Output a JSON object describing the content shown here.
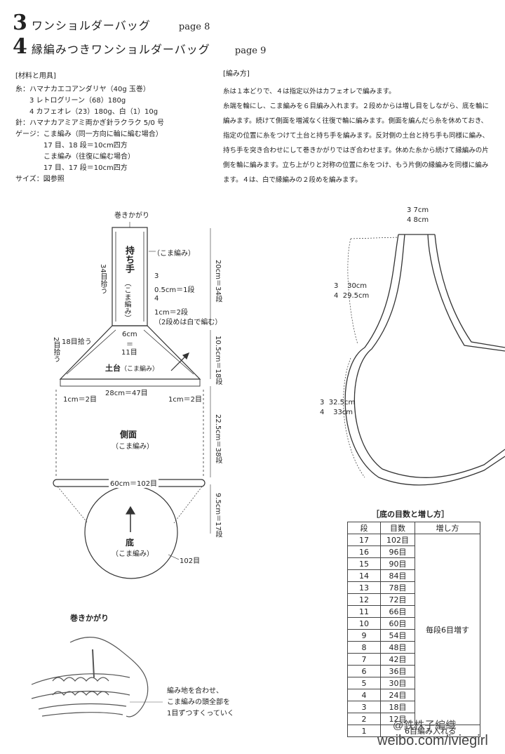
{
  "header": {
    "line1": {
      "num": "3",
      "title": "ワンショルダーバッグ",
      "page": "page 8"
    },
    "line2": {
      "num": "4",
      "title": "縁編みつきワンショルダーバッグ",
      "page": "page 9"
    }
  },
  "materials": {
    "heading": "[材料と用具]",
    "lines": [
      "糸：ハマナカエコアンダリヤ（40g 玉巻）",
      "　　3 レトログリーン（68）180g",
      "　　4 カフェオレ（23）180g、白（1）10g",
      "針：ハマナカアミアミ両かぎ針ラクラク 5/0 号",
      "ゲージ：こま編み（同一方向に輪に編む場合）",
      "　　　　17 目、18 段＝10cm四方",
      "　　　　こま編み（往復に編む場合）",
      "　　　　17 目、17 段＝10cm四方",
      "サイズ：図参照"
    ]
  },
  "method": {
    "heading": "[編み方]",
    "lines": [
      "糸は１本どりで、４は指定以外はカフェオレで編みます。",
      "糸端を輪にし、こま編みを６目編み入れます。２段めからは増し目をしながら、底を輪に",
      "編みます。続けて側面を増減なく往復で輪に編みます。側面を編んだら糸を休めておき、",
      "指定の位置に糸をつけて土台と持ち手を編みます。反対側の土台と持ち手も同様に編み、",
      "持ち手を突き合わせにして巻きかがりではぎ合わせます。休めた糸から続けて縁編みの片",
      "側を輪に編みます。立ち上がりと対称の位置に糸をつけ、もう片側の縁編みを同様に編み",
      "ます。４は、白で縁編みの２段めを編みます。"
    ]
  },
  "diagram": {
    "makikagari_top": "巻きかがり",
    "handle": "持ち手",
    "handle_sub": "（こま編み）",
    "handle_side": "（こま編み）",
    "handle_pick": "34目拾う",
    "row_3": "3",
    "row_3_val": "0.5cm＝1段",
    "row_4": "4",
    "row_4_val": "1cm＝2段",
    "row_4_note": "（2段めは白で編む）",
    "dim_20": "20cm＝34段",
    "base_width_top": "6cm",
    "base_width_eq": "＝",
    "base_width_count": "11目",
    "base_pick": "18目拾う",
    "base_side_pick": "2目拾う",
    "dodai": "土台",
    "dodai_sub": "（こま編み）",
    "dim_105": "10.5cm＝18段",
    "width_28": "28cm＝47目",
    "edge_left": "1cm＝2目",
    "edge_right": "1cm＝2目",
    "side": "側面",
    "side_sub": "（こま編み）",
    "dim_225": "22.5cm＝38段",
    "width_60": "60cm＝102目",
    "bottom": "底",
    "bottom_sub": "（こま編み）",
    "dim_95": "9.5cm＝17段",
    "bottom_count": "102目"
  },
  "bag": {
    "strap3": "3  7cm",
    "strap4": "4  8cm",
    "h3": "3    30cm",
    "h4": "4  29.5cm",
    "b3": "3  32.5cm",
    "b4": "4    33cm"
  },
  "makikagari": {
    "title": "巻きかがり",
    "note": [
      "編み地を合わせ、",
      "こま編みの頭全部を",
      "1目ずつすくっていく"
    ]
  },
  "table": {
    "title": "［底の目数と増し方］",
    "headers": [
      "段",
      "目数",
      "増し方"
    ],
    "rows": [
      [
        "17",
        "102目"
      ],
      [
        "16",
        "96目"
      ],
      [
        "15",
        "90目"
      ],
      [
        "14",
        "84目"
      ],
      [
        "13",
        "78目"
      ],
      [
        "12",
        "72目"
      ],
      [
        "11",
        "66目"
      ],
      [
        "10",
        "60目"
      ],
      [
        "9",
        "54目"
      ],
      [
        "8",
        "48目"
      ],
      [
        "7",
        "42目"
      ],
      [
        "6",
        "36目"
      ],
      [
        "5",
        "30目"
      ],
      [
        "4",
        "24目"
      ],
      [
        "3",
        "18目"
      ],
      [
        "2",
        "12目"
      ],
      [
        "1",
        "6目編み入れる"
      ]
    ],
    "increase_note": "毎段6目増す"
  },
  "watermark": {
    "line1": "@鉄株子編織",
    "line2": "weibo.com/iviegirl"
  }
}
